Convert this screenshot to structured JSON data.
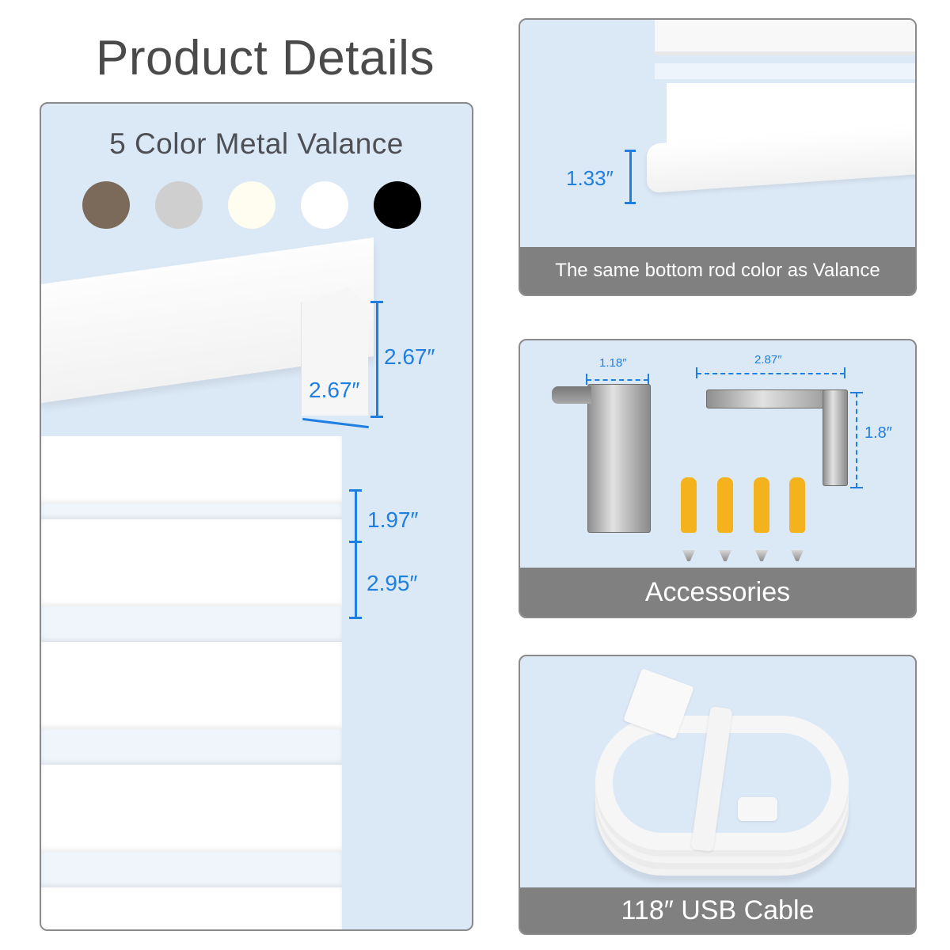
{
  "header": {
    "title": "Product Details"
  },
  "left_panel": {
    "heading": "5 Color Metal Valance",
    "swatches": [
      {
        "name": "brown",
        "color": "#7b6a5a"
      },
      {
        "name": "gray",
        "color": "#cfcfcf"
      },
      {
        "name": "cream",
        "color": "#fffcf0"
      },
      {
        "name": "white",
        "color": "#ffffff"
      },
      {
        "name": "black",
        "color": "#000000"
      }
    ],
    "dimensions": {
      "valance_height": "2.67″",
      "valance_depth": "2.67″",
      "sheer_band": "1.97″",
      "solid_band": "2.95″"
    }
  },
  "bottom_rod_panel": {
    "dimension": "1.33″",
    "caption": "The same bottom rod color as Valance"
  },
  "accessories_panel": {
    "dimensions": {
      "bracket_width": "1.18″",
      "extension_length": "2.87″",
      "extension_height": "1.8″"
    },
    "caption": "Accessories"
  },
  "cable_panel": {
    "caption": "118″ USB Cable"
  },
  "colors": {
    "accent_blue": "#1e7fe0",
    "panel_bg": "#dbe8f6",
    "caption_bg": "#808080",
    "border": "#8a8a8a"
  }
}
